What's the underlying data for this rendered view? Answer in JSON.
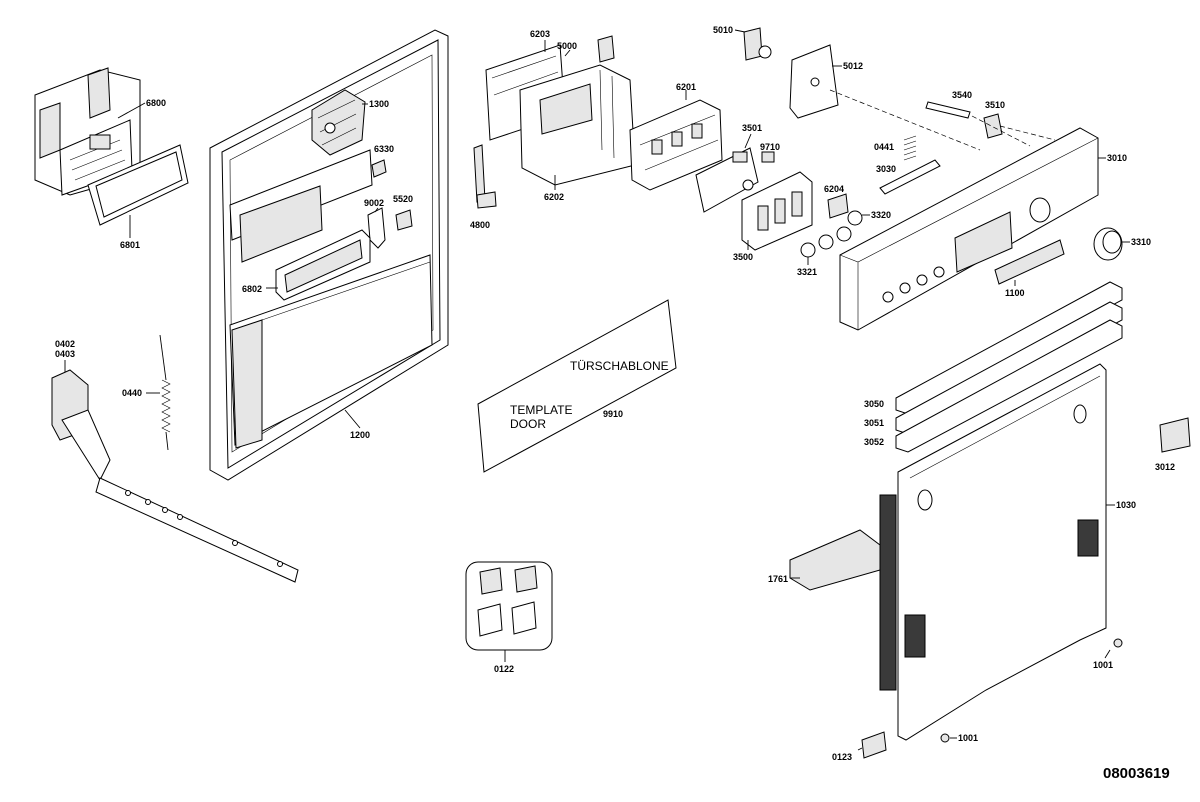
{
  "labels": {
    "l6800": "6800",
    "l6801": "6801",
    "l1300": "1300",
    "l6330": "6330",
    "l9002": "9002",
    "l5520": "5520",
    "l6802": "6802",
    "l1200": "1200",
    "l0402": "0402",
    "l0403": "0403",
    "l0440": "0440",
    "l6203": "6203",
    "l5000": "5000",
    "l6201": "6201",
    "l6202": "6202",
    "l4800": "4800",
    "l3501": "3501",
    "l9710": "9710",
    "l3500": "3500",
    "l3321": "3321",
    "l6204": "6204",
    "l3320": "3320",
    "l5010": "5010",
    "l5012": "5012",
    "l3540": "3540",
    "l3510": "3510",
    "l0441": "0441",
    "l3030": "3030",
    "l3010": "3010",
    "l3310": "3310",
    "l1100": "1100",
    "l3050": "3050",
    "l3051": "3051",
    "l3052": "3052",
    "l3012": "3012",
    "l1030": "1030",
    "l1761": "1761",
    "l1001a": "1001",
    "l1001b": "1001",
    "l0123": "0123",
    "l0122": "0122",
    "l9910": "9910"
  },
  "template_sheet": {
    "title_de": "TÜRSCHABLONE",
    "title_en_line1": "TEMPLATE",
    "title_en_line2": "DOOR"
  },
  "document_id": "08003619"
}
